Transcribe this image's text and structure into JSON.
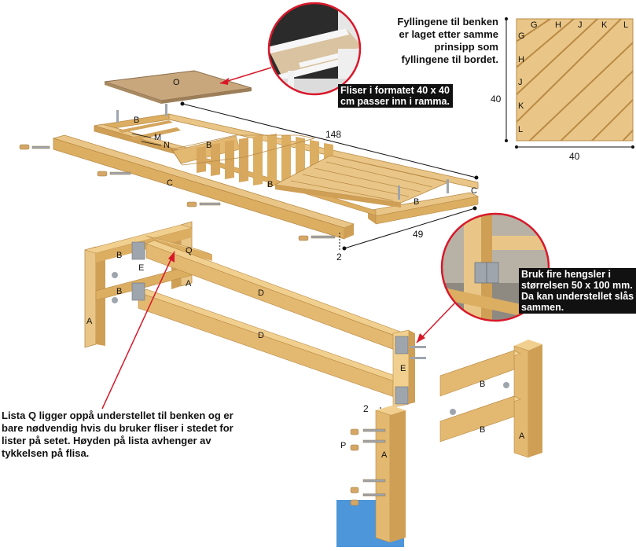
{
  "captions": {
    "top_right": "Fyllingene til benken er laget etter samme prinsipp som fyllingene til bordet.",
    "tile_note": "Fliser i formatet 40 x 40 cm passer inn i ramma.",
    "hinge_note": "Bruk fire hengsler i størrelsen 50 x 100 mm. Da kan understellet slås sammen.",
    "lista_q_note": "Lista Q ligger oppå understellet til benken og er bare nødvendig hvis du bruker fliser i stedet for lister på setet. Høyden på lista avhenger av tykkelsen på flisa."
  },
  "dimensions": {
    "length": "148",
    "width": "49",
    "drop": "2",
    "drop_leg": "2",
    "panel_height": "40",
    "panel_width": "40"
  },
  "part_labels": {
    "O": "O",
    "B": "B",
    "M": "M",
    "N": "N",
    "C": "C",
    "Q": "Q",
    "E": "E",
    "A": "A",
    "D": "D",
    "P": "P",
    "G": "G",
    "H": "H",
    "J": "J",
    "K": "K",
    "L": "L"
  },
  "colors": {
    "wood_light": "#e9c687",
    "wood_mid": "#dcae62",
    "wood_dark": "#b98a45",
    "tile": "#c8a77d",
    "callout_red": "#d8182a",
    "bracket": "#9ea5ad",
    "sky": "#4d96d9"
  }
}
